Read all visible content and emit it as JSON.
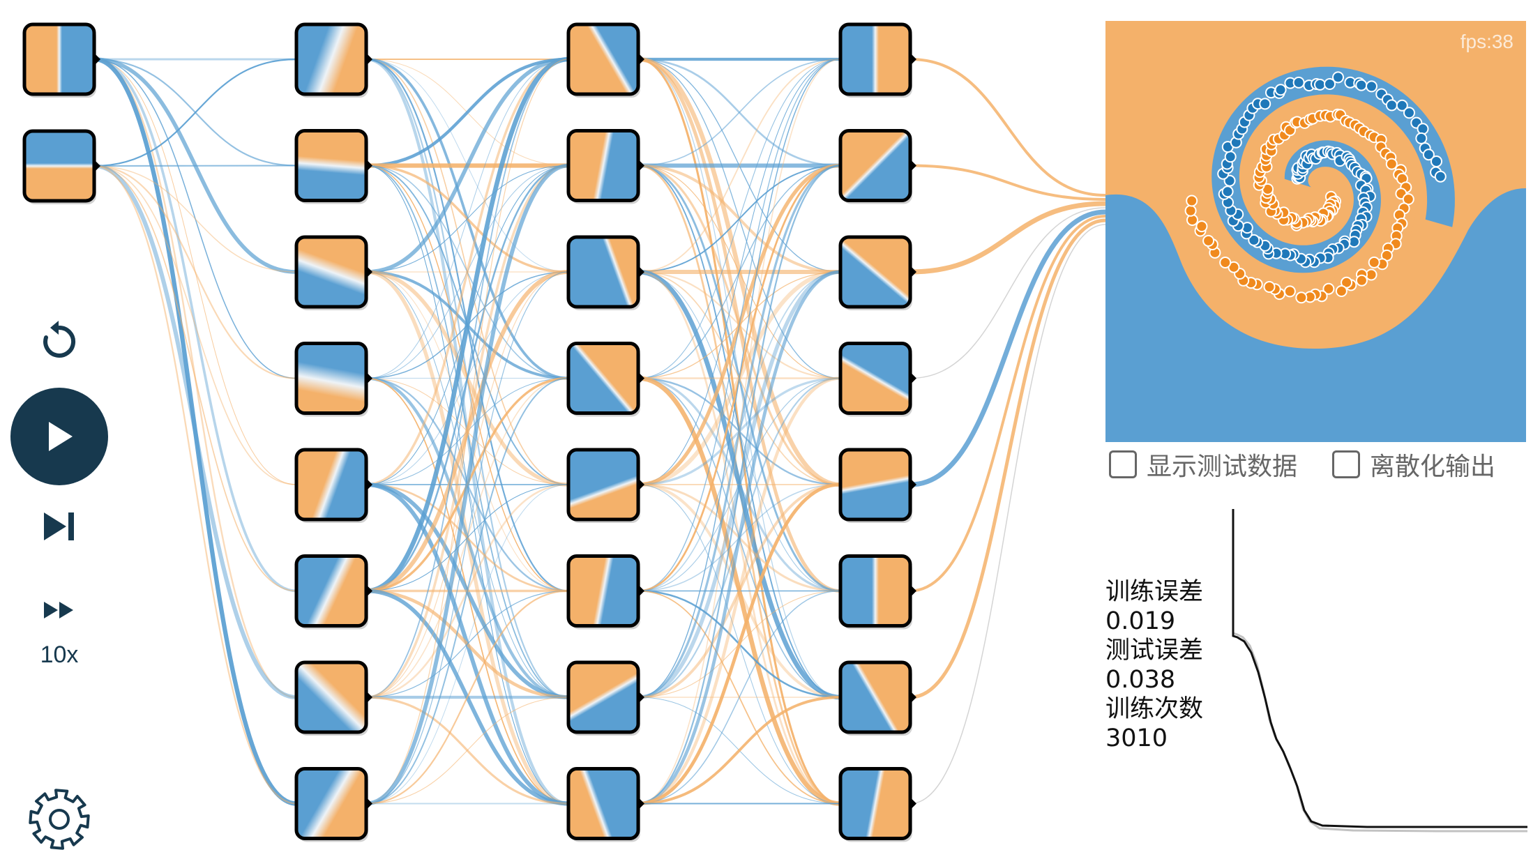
{
  "layout": {
    "columns": 5,
    "nodes_per_column": [
      2,
      8,
      8,
      8,
      8
    ]
  },
  "colors": {
    "positive": "#f4b16a",
    "negative": "#5a9fd2",
    "dark": "#17394e",
    "point_blue": "#1f78b9",
    "point_orange": "#f08a1e"
  },
  "controls": {
    "reset_icon": "reset-icon",
    "play_icon": "play-icon",
    "step_icon": "step-forward-icon",
    "speed_icon": "fast-forward-icon",
    "speed_label": "10x",
    "settings_icon": "gear-icon"
  },
  "output": {
    "fps_label": "fps:38",
    "show_test_label": "显示测试数据",
    "discretize_label": "离散化输出"
  },
  "stats": {
    "train_loss_label": "训练误差",
    "train_loss_value": "0.019",
    "test_loss_label": "测试误差",
    "test_loss_value": "0.038",
    "epoch_label": "训练次数",
    "epoch_value": "3010"
  }
}
